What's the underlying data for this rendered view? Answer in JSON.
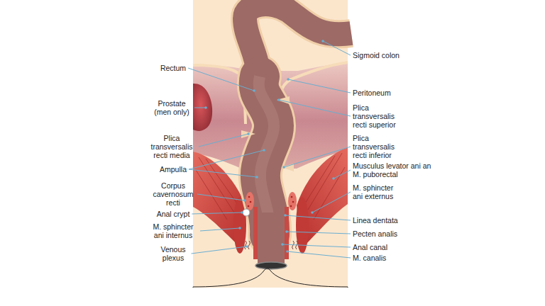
{
  "diagram": {
    "labels": [
      "Rectum",
      "Prostate (men only)",
      "Plica transversalis recti media",
      "Ampulla",
      "Corpus cavernosum recti",
      "Anal crypt",
      "M. sphincter ani internus",
      "Venous plexus",
      "Sigmoid colon",
      "Peritoneum",
      "Plica transversalis recti superior",
      "Plica transversalis recti inferior",
      "Musculus levator ani an M. puborectal",
      "M. sphincter ani externus",
      "Linea dentata",
      "Pecten analis",
      "Anal canal",
      "M. canalis"
    ]
  }
}
